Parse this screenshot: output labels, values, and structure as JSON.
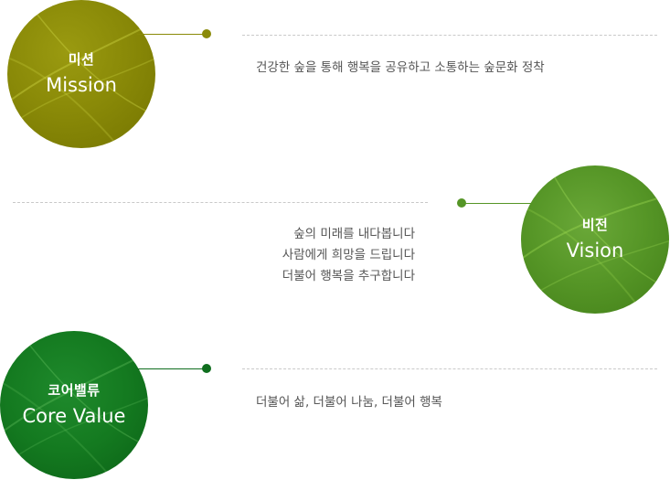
{
  "mission": {
    "ko": "미션",
    "en": "Mission",
    "text": "건강한 숲을 통해 행복을 공유하고 소통하는 숲문화 정착",
    "color": "#8a8a08"
  },
  "vision": {
    "ko": "비전",
    "en": "Vision",
    "lines": [
      "숲의 미래를 내다봅니다",
      "사람에게 희망을 드립니다",
      "더불어 행복을 추구합니다"
    ],
    "color": "#559526"
  },
  "core_value": {
    "ko": "코어밸류",
    "en": "Core Value",
    "text": "더불어 삶, 더불어 나눔, 더불어 행복",
    "color": "#0f6e1e"
  }
}
